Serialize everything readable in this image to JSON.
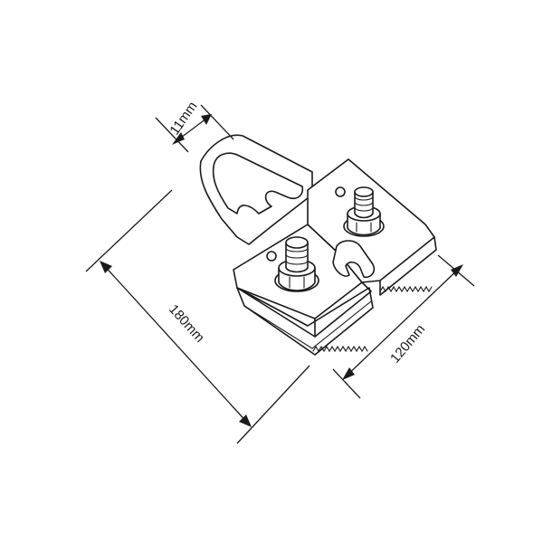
{
  "dimensions": {
    "thickness": "11mm",
    "height": "180mm",
    "width": "120mm"
  }
}
